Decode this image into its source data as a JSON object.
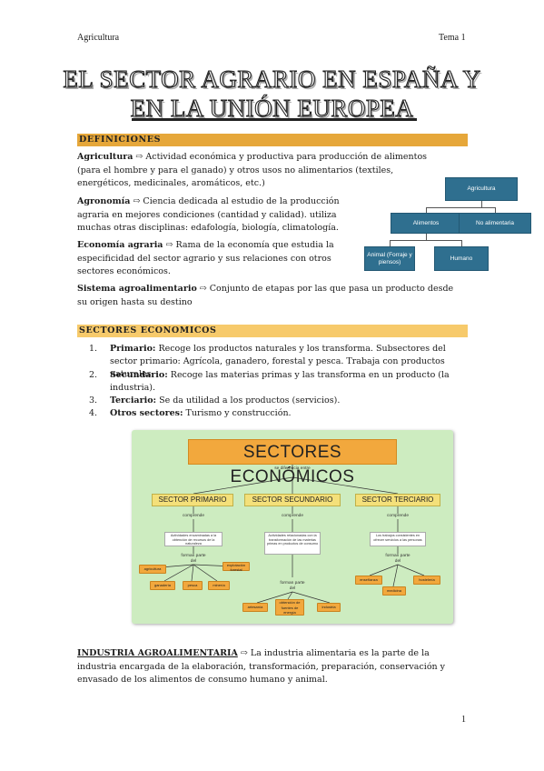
{
  "header": {
    "left": "Agricultura",
    "right": "Tema 1"
  },
  "title": {
    "line1": "El sector agrario en España y",
    "line2": "en la unión europea"
  },
  "definiciones": {
    "heading": "DEFINICIONES",
    "items": [
      {
        "term": "Agricultura",
        "text": " ⇨ Actividad económica y productiva para producción de alimentos (para el hombre y para el ganado) y otros usos no alimentarios (textiles, energéticos, medicinales, aromáticos, etc.)"
      },
      {
        "term": "Agronomía",
        "text": " ⇨ Ciencia dedicada al estudio de la producción agraria en mejores condiciones (cantidad y calidad). utiliza muchas otras disciplinas: edafología, biología, climatología."
      },
      {
        "term": "Economía agraria",
        "text": " ⇨ Rama de la economía que estudia la especificidad del sector agrario y sus relaciones con otros sectores económicos."
      },
      {
        "term": "Sistema agroalimentario",
        "text": " ⇨ Conjunto de etapas por las que pasa un producto desde su origen hasta su destino"
      }
    ]
  },
  "diagram": {
    "root": "Agricultura",
    "alimentos": "Alimentos",
    "no_alimentaria": "No alimentaria",
    "animal": "Animal (Forraje y piensos)",
    "humano": "Humano"
  },
  "sectores": {
    "heading": "SECTORES ECONOMICOS",
    "items": [
      {
        "num": "1.",
        "term": "Primario:",
        "text": " Recoge los productos naturales y los transforma. Subsectores del sector primario: Agrícola, ganadero, forestal y pesca. Trabaja con productos naturales."
      },
      {
        "num": "2.",
        "term": "Secundario:",
        "text": " Recoge las materias primas y las transforma en un producto (la industria)."
      },
      {
        "num": "3.",
        "term": "Terciario:",
        "text": " Se da utilidad a los productos (servicios)."
      },
      {
        "num": "4.",
        "term": "Otros sectores:",
        "text": " Turismo y construcción."
      }
    ]
  },
  "concept_map": {
    "title": "SECTORES ECONÓMICOS",
    "se_diferencia": "se diferencia entre",
    "primario": "SECTOR PRIMARIO",
    "secundario": "SECTOR SECUNDARIO",
    "terciario": "SECTOR TERCIARIO",
    "comprende": "comprende",
    "forman_parte": "forman parte del",
    "box_primario": "Actividades encaminadas a la obtención de recursos de la naturaleza",
    "box_secundario": "Actividades relacionadas con la transformación de las materias primas en productos de consumo",
    "box_terciario": "Los trabajos consistentes en ofrecer servicios a las personas",
    "p_agricultura": "agricultura",
    "p_ganaderia": "ganadería",
    "p_pesca": "pesca",
    "p_mineria": "minería",
    "p_forestal": "explotación forestal",
    "s_artesania": "artesanía",
    "s_energia": "obtención de fuentes de energía",
    "s_industria": "industria",
    "t_ensenanza": "enseñanza",
    "t_medicina": "medicina",
    "t_hosteleria": "hostelería"
  },
  "industria": {
    "term": "INDUSTRIA AGROALIMENTARIA",
    "text": " ⇨ La industria alimentaria es la parte de la industria encargada de la elaboración, transformación, preparación, conservación y envasado de los alimentos de consumo humano y animal."
  },
  "page_number": "1"
}
